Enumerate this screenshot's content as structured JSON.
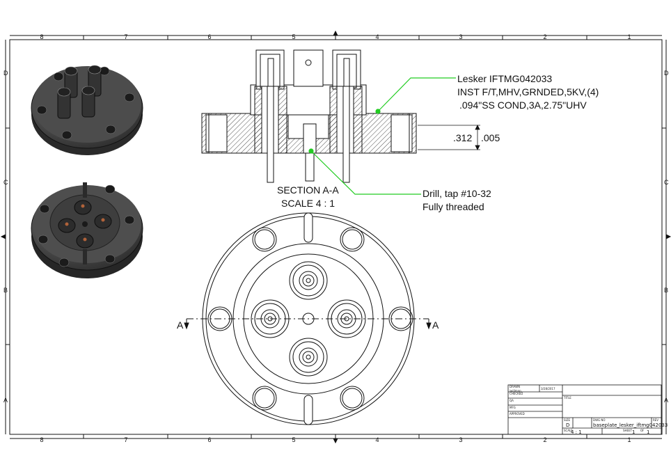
{
  "colors": {
    "leader": "#22cc22",
    "line": "#111111",
    "hatch": "#222222",
    "render_dark": "#4a4a4a"
  },
  "border": {
    "columns": [
      "8",
      "7",
      "6",
      "5",
      "4",
      "3",
      "2",
      "1"
    ],
    "rows": [
      "D",
      "C",
      "B",
      "A"
    ]
  },
  "section": {
    "title": "SECTION A-A",
    "scale": "SCALE 4 : 1",
    "cut_label": "A",
    "dim_a": ".312",
    "dim_b": ".005"
  },
  "callouts": {
    "lesker_line1": "Lesker IFTMG042033",
    "lesker_line2": "INST F/T,MHV,GRNDED,5KV,(4)",
    "lesker_line3": ".094\"SS COND,3A,2.75\"UHV",
    "drill_line1": "Drill, tap #10-32",
    "drill_line2": "Fully threaded"
  },
  "title_block": {
    "drawn_label": "DRAWN",
    "drawn_by": "iwillman",
    "drawn_date": "3/28/2017",
    "checked_label": "CHECKED",
    "title_label": "TITLE",
    "qa_label": "QA",
    "mfg_label": "MFG",
    "approved_label": "APPROVED",
    "size_label": "SIZE",
    "size_value": "D",
    "dwg_label": "DWG NO",
    "dwg_value": "baseplate_lesker_iftmg042033",
    "rev_label": "REV",
    "scale_label": "SCALE",
    "scale_value": "4 : 1",
    "sheet_label": "SHEET",
    "sheet_value": "1",
    "of_label": "OF",
    "of_value": "1"
  }
}
